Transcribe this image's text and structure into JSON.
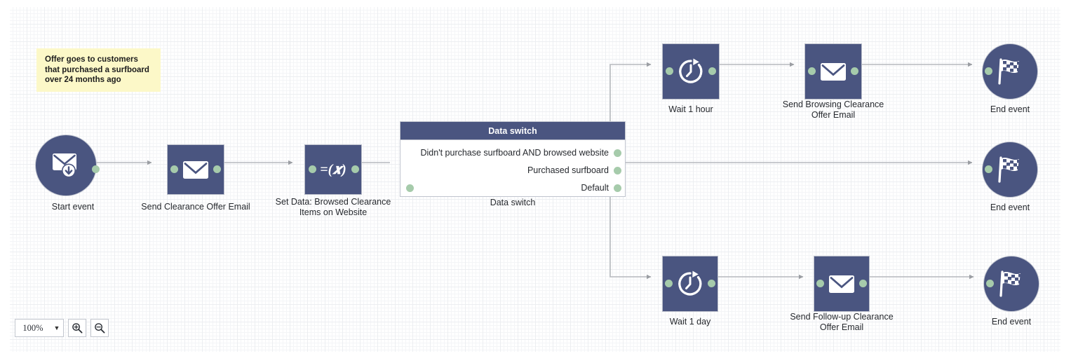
{
  "canvas": {
    "zoom_level": "100%",
    "zoom_caret": "▼",
    "zoom_in_icon": "zoom-in-icon",
    "zoom_out_icon": "zoom-out-icon"
  },
  "note": {
    "text": "Offer goes to customers that purchased a surfboard over 24 months ago"
  },
  "colors": {
    "node_fill": "#4a5580",
    "port_green": "#a6cbab",
    "note_yellow": "#fcf8c8",
    "wire_gray": "#b6b9bd",
    "label_text": "#26292e"
  },
  "data_switch": {
    "title": "Data switch",
    "caption": "Data switch",
    "branches": [
      {
        "label": "Didn't purchase surfboard AND browsed website"
      },
      {
        "label": "Purchased surfboard"
      },
      {
        "label": "Default"
      }
    ]
  },
  "nodes": [
    {
      "id": "start",
      "label": "Start event",
      "icon": "start-email-event-icon"
    },
    {
      "id": "send_clear",
      "label": "Send Clearance Offer Email",
      "icon": "email-icon"
    },
    {
      "id": "set_data",
      "label": "Set Data: Browsed Clearance\nItems on Website",
      "icon": "expression-icon",
      "glyph": "=(𝒙)"
    },
    {
      "id": "wait_hour",
      "label": "Wait 1 hour",
      "icon": "clock-timer-icon"
    },
    {
      "id": "send_browse",
      "label": "Send Browsing Clearance\nOffer Email",
      "icon": "email-icon"
    },
    {
      "id": "end_top",
      "label": "End event",
      "icon": "checkered-flag-icon"
    },
    {
      "id": "end_mid",
      "label": "End event",
      "icon": "checkered-flag-icon"
    },
    {
      "id": "wait_day",
      "label": "Wait 1 day",
      "icon": "clock-timer-icon"
    },
    {
      "id": "send_follow",
      "label": "Send Follow-up Clearance\nOffer Email",
      "icon": "email-icon"
    },
    {
      "id": "end_bot",
      "label": "End event",
      "icon": "checkered-flag-icon"
    }
  ]
}
